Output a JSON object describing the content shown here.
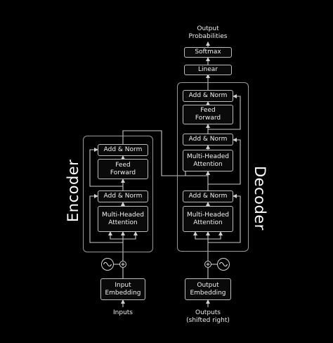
{
  "encoder": {
    "label": "Encoder",
    "add_norm_top": "Add & Norm",
    "feed_forward": [
      "Feed",
      "Forward"
    ],
    "add_norm_bottom": "Add & Norm",
    "attention": [
      "Multi-Headed",
      "Attention"
    ]
  },
  "decoder": {
    "label": "Decoder",
    "add_norm_top": "Add & Norm",
    "feed_forward": [
      "Feed",
      "Forward"
    ],
    "add_norm_mid": "Add & Norm",
    "cross_attention": [
      "Multi-Headed",
      "Attention"
    ],
    "add_norm_bottom": "Add & Norm",
    "self_attention": [
      "Multi-Headed",
      "Attention"
    ]
  },
  "head": {
    "output_label": [
      "Output",
      "Probabilities"
    ],
    "softmax": "Softmax",
    "linear": "Linear"
  },
  "inputs": {
    "embedding": [
      "Input",
      "Embedding"
    ],
    "label": "Inputs"
  },
  "outputs": {
    "embedding": [
      "Output",
      "Embedding"
    ],
    "label": [
      "Outputs",
      "(shifted right)"
    ]
  },
  "icons": {
    "positional_encoding": "sine-wave-icon",
    "add": "circle-plus-icon"
  },
  "colors": {
    "background": "#000000",
    "stroke": "#bdbdbd",
    "text": "#f2f2f2"
  }
}
